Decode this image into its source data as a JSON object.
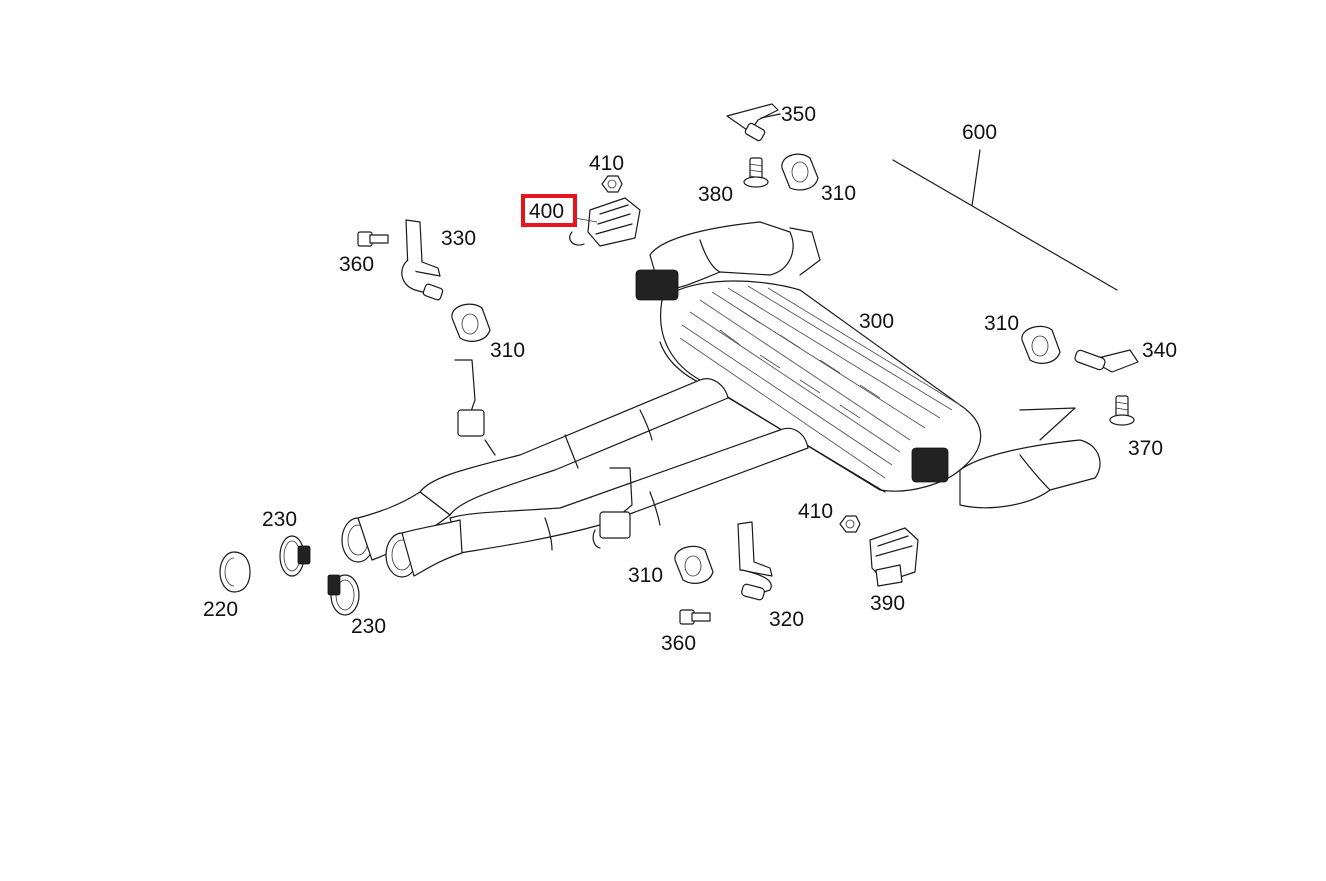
{
  "highlight_color": "#e8141c",
  "labels": {
    "p350": "350",
    "p600": "600",
    "p410_top": "410",
    "p380": "380",
    "p310_top": "310",
    "p400": "400",
    "p330": "330",
    "p360_left": "360",
    "p310_left": "310",
    "p300": "300",
    "p310_right": "310",
    "p340": "340",
    "p370": "370",
    "p230_top": "230",
    "p220": "220",
    "p230_bottom": "230",
    "p410_bottom": "410",
    "p310_bottom": "310",
    "p390": "390",
    "p320": "320",
    "p360_bottom": "360"
  },
  "highlighted_part": "400"
}
